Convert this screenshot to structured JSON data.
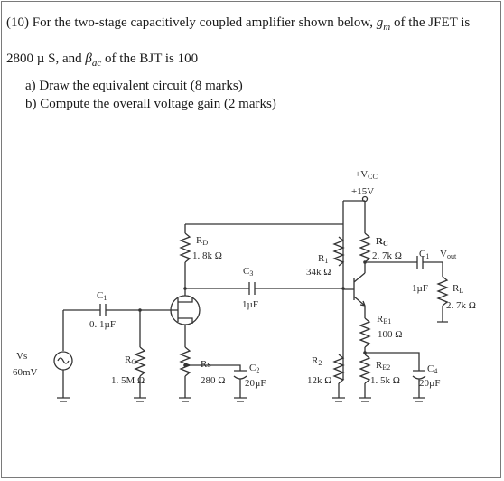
{
  "question": {
    "line1_prefix": "(10) For the two-stage capacitively coupled amplifier shown below,",
    "gm_symbol": "g",
    "gm_sub": "m",
    "line1_suffix": "of the JFET is",
    "line2_prefix": "2800 µ S, and",
    "beta_symbol": "β",
    "beta_sub": "ac",
    "line2_suffix": "of the BJT is 100",
    "part_a": "a)  Draw the equivalent circuit (8 marks)",
    "part_b": "b)  Compute the overall voltage gain (2 marks)"
  },
  "circuit": {
    "vcc_label": "+V",
    "vcc_sub": "CC",
    "vcc_value": "+15V",
    "rd_label": "R",
    "rd_sub": "D",
    "rd_value": "1. 8k Ω",
    "rc_label": "R",
    "rc_sub": "C",
    "rc_value": "2. 7k Ω",
    "r1_label": "R",
    "r1_sub": "1",
    "r1_value": "34k Ω",
    "c3_label": "C",
    "c3_sub": "3",
    "c3_value": "1µF",
    "c1_label": "C",
    "c1_sub": "1",
    "c1_value": "0. 1µF",
    "c1b_label": "C",
    "c1b_sub": "1",
    "c1b_value": "1µF",
    "vout_label": "V",
    "vout_sub": "out",
    "rl_label": "R",
    "rl_sub": "L",
    "rl_value": "2. 7k Ω",
    "re1_label": "R",
    "re1_sub": "E1",
    "re1_value": "100 Ω",
    "vs_label": "Vs",
    "vs_value": "60mV",
    "rg_label": "R",
    "rg_sub": "G",
    "rg_value": "1. 5M Ω",
    "rs_label": "Rs",
    "rs_value": "280 Ω",
    "c2_label": "C",
    "c2_sub": "2",
    "c2_value": "20µF",
    "r2_label": "R",
    "r2_sub": "2",
    "r2_value": "12k Ω",
    "re2_label": "R",
    "re2_sub": "E2",
    "re2_value": "1. 5k Ω",
    "c4_label": "C",
    "c4_sub": "4",
    "c4_value": "20µF"
  }
}
